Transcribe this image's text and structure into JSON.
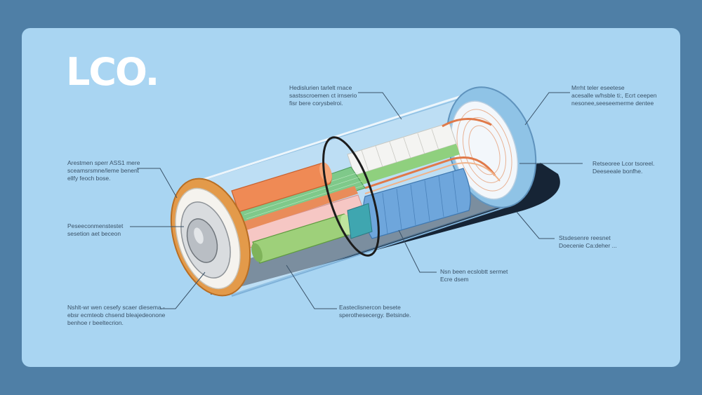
{
  "title": "LCO.",
  "colors": {
    "frame": "#4f7fa6",
    "card": "#a9d5f2",
    "casing": "#8fc3e6",
    "orange_rod": "#ef8a55",
    "green_rod": "#9ed07a",
    "blue_roll": "#6ea6dc",
    "cap_ring": "#e39a4a",
    "terminal": "#c9cdd2"
  },
  "callouts": {
    "top_left_a": [
      "Hedislurien tarlelt rnace",
      "sastsscroemen ct irnserio",
      "fisr bere corysbelroi."
    ],
    "left_a": [
      "Arestmen sperr ASS1 mere",
      "sceamsrsmne/leme benent",
      "ellfy feoch bose."
    ],
    "left_b": [
      "Peseeconmenstestet",
      "sesetion aet beceon"
    ],
    "left_c": [
      "Nshlt-wr wen cesefy scaer diesema -",
      "ebsr ecmteob chsend bleajedeonone",
      "benhoe r beeltecrion."
    ],
    "bottom_mid": [
      "Easteclisnercon besete",
      "sperothesecergy. Betsinde."
    ],
    "mid_right": [
      "Nsn been ecslobtt sermet",
      "Ecre dsem"
    ],
    "right_a": [
      "Mrrht teler eseetese",
      "acesalle w/hsble ti:, Ecrt ceepen",
      "nesonee,seeseemerme dentee"
    ],
    "right_b": [
      "Retseoree Lcor tsoreel.",
      "Deeseeale bonfhe."
    ],
    "right_c": [
      "Stsdesenre reesnet",
      "Doecenie Ca:deher ..."
    ]
  }
}
